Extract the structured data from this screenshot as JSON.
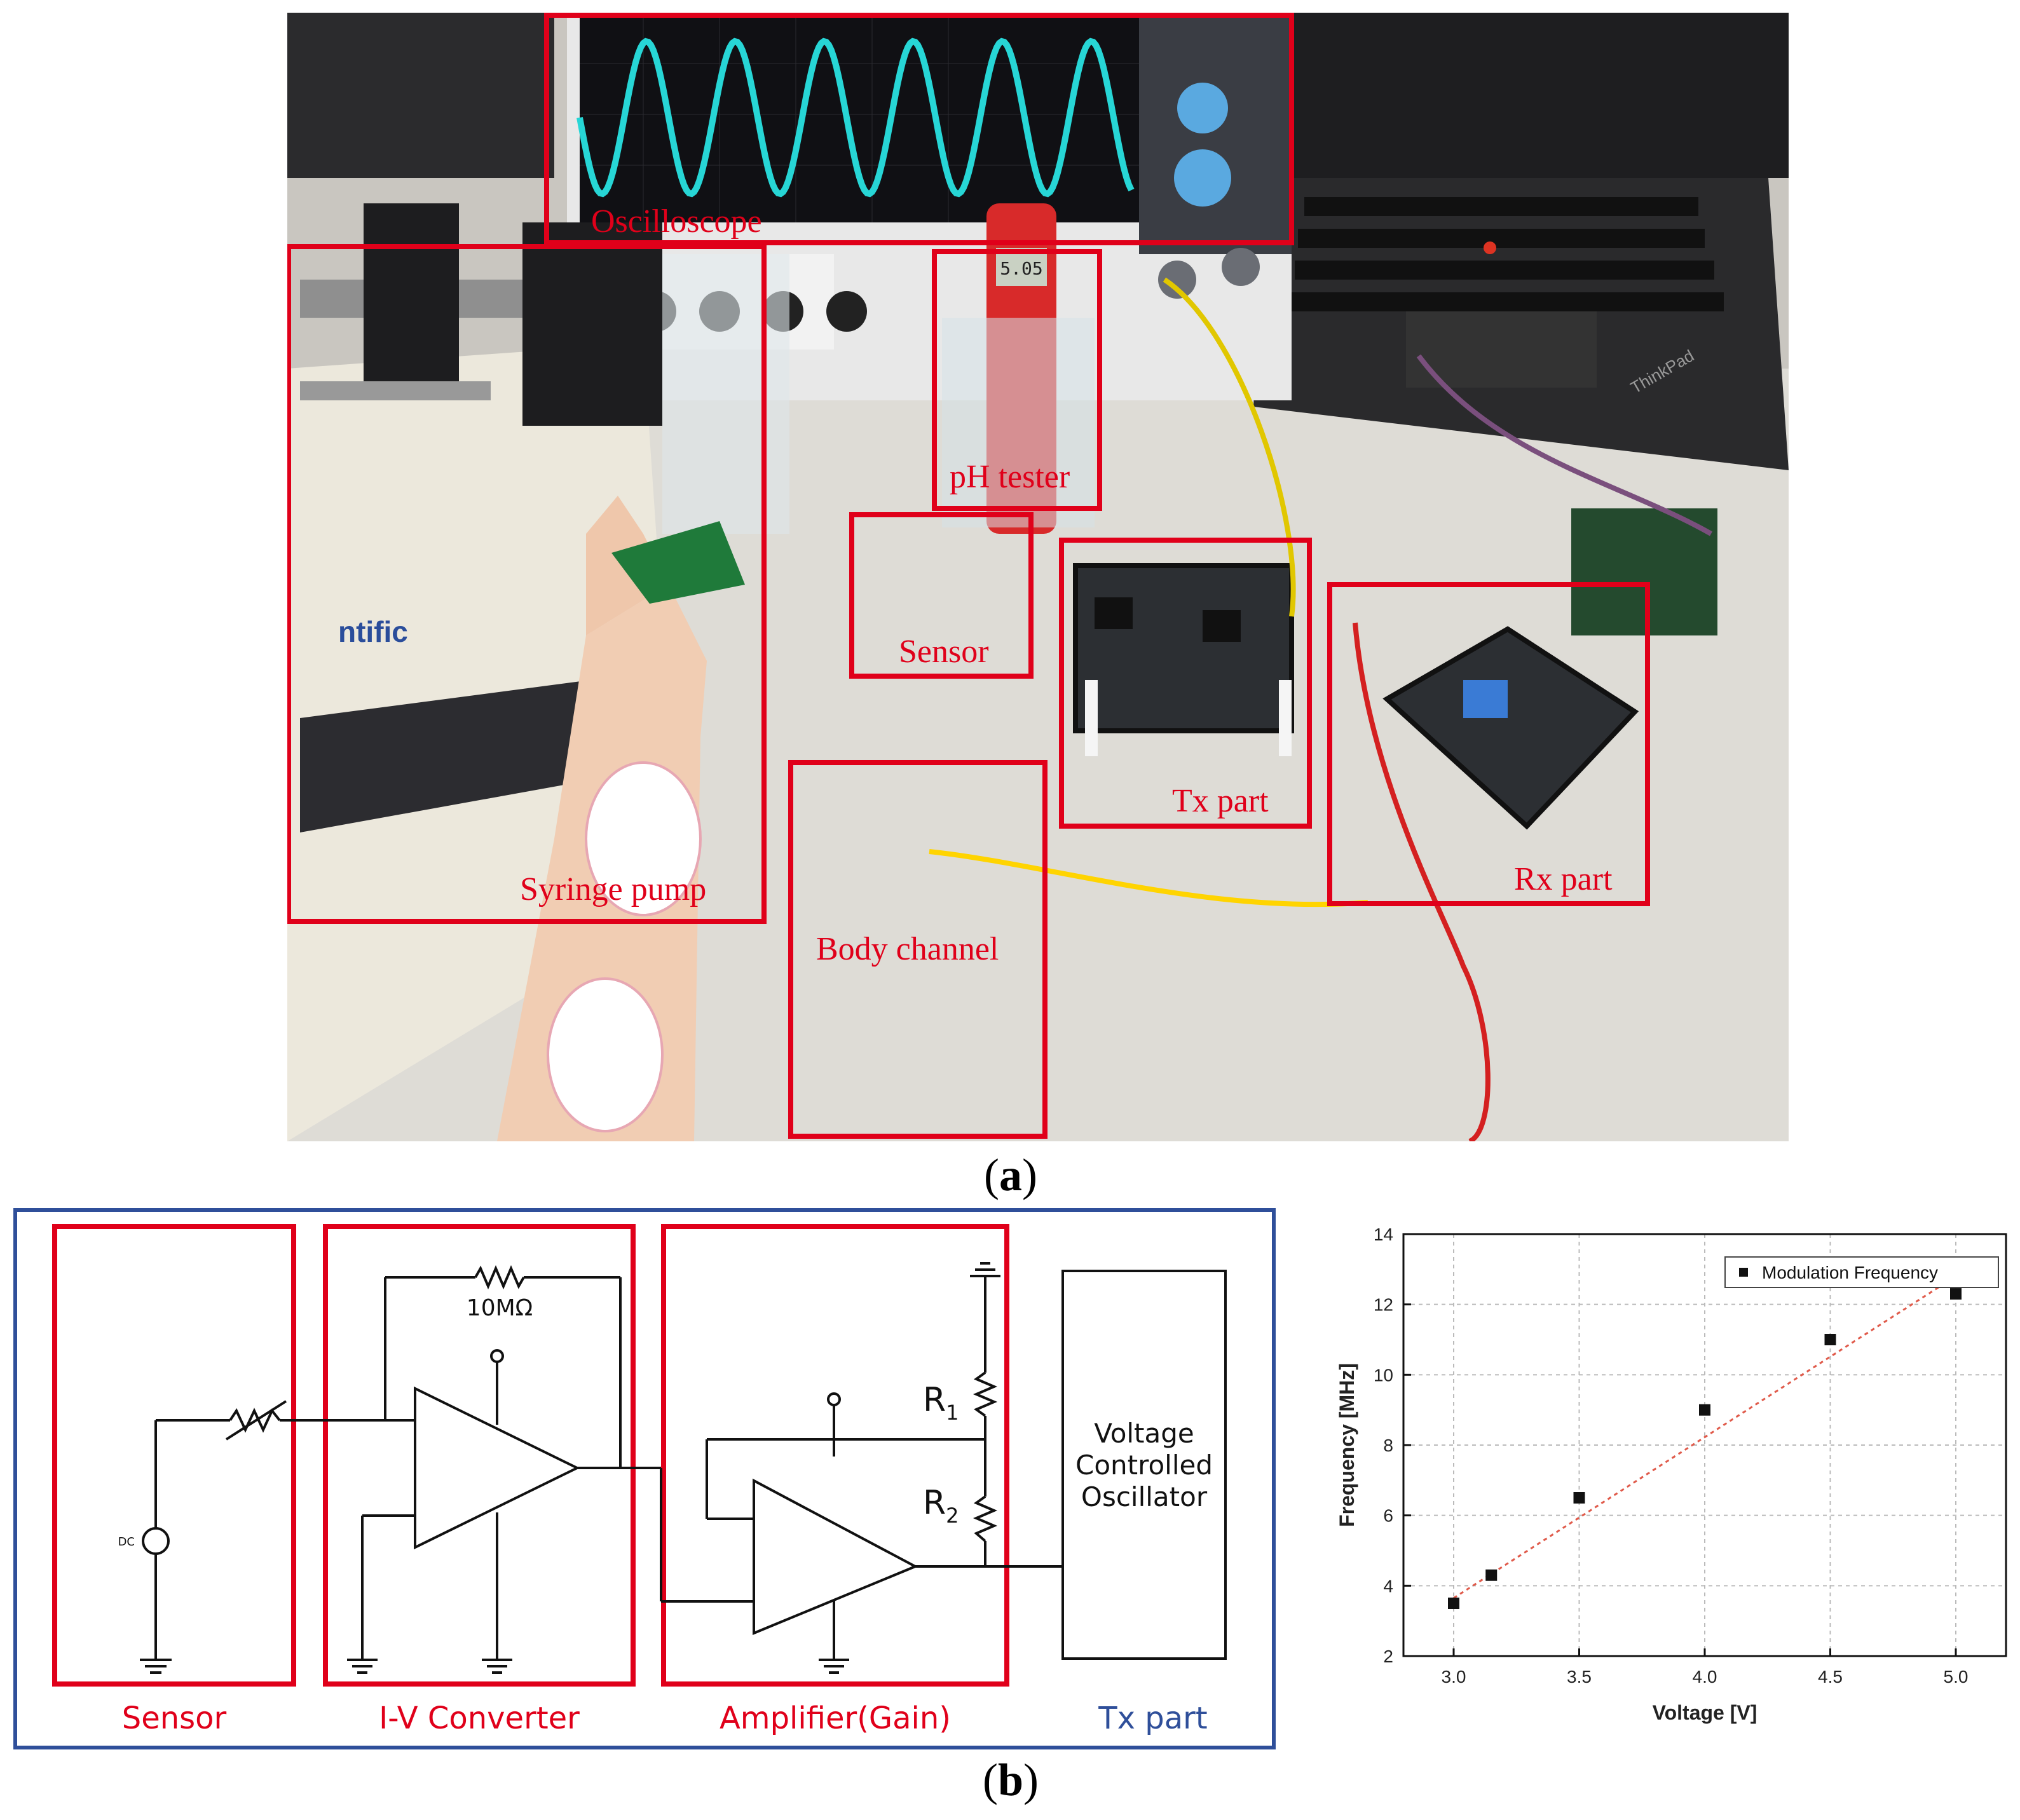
{
  "photo": {
    "labels": {
      "oscilloscope": "Oscilloscope",
      "syringe_pump": "Syringe pump",
      "ph_tester": "pH tester",
      "sensor": "Sensor",
      "tx_part": "Tx part",
      "rx_part": "Rx part",
      "body_channel": "Body channel"
    },
    "pump_brand": "ntific",
    "laptop_brand": "ThinkPad",
    "ph_display": "5.05",
    "label_color": "#e0001a"
  },
  "caption_a_letter": "a",
  "caption_b_letter": "b",
  "schematic": {
    "blocks": {
      "sensor": "Sensor",
      "iv_converter": "I-V Converter",
      "amplifier": "Amplifier(Gain)",
      "tx_part": "Tx part"
    },
    "resistor_feedback": "10MΩ",
    "r1": "R",
    "r1_sub": "1",
    "r2": "R",
    "r2_sub": "2",
    "dc_label": "DC",
    "vco": [
      "Voltage",
      "Controlled",
      "Oscillator"
    ],
    "red": "#e0001a",
    "blue": "#2f4f9a"
  },
  "chart_data": {
    "type": "scatter",
    "xlabel": "Voltage [V]",
    "ylabel": "Frequency [MHz]",
    "xlim": [
      2.8,
      5.2
    ],
    "ylim": [
      2,
      14
    ],
    "xticks": [
      "3.0",
      "3.5",
      "4.0",
      "4.5",
      "5.0"
    ],
    "yticks": [
      "2",
      "4",
      "6",
      "8",
      "10",
      "12",
      "14"
    ],
    "grid": true,
    "legend_position": "top-right",
    "series": [
      {
        "name": "Modulation Frequency",
        "x": [
          3.0,
          3.15,
          3.5,
          4.0,
          4.5,
          5.0
        ],
        "y": [
          3.5,
          4.3,
          6.5,
          9.0,
          11.0,
          12.3
        ]
      }
    ],
    "fit_line": {
      "x": [
        3.0,
        5.0
      ],
      "y": [
        3.65,
        12.8
      ],
      "color": "#e05a4a"
    }
  }
}
